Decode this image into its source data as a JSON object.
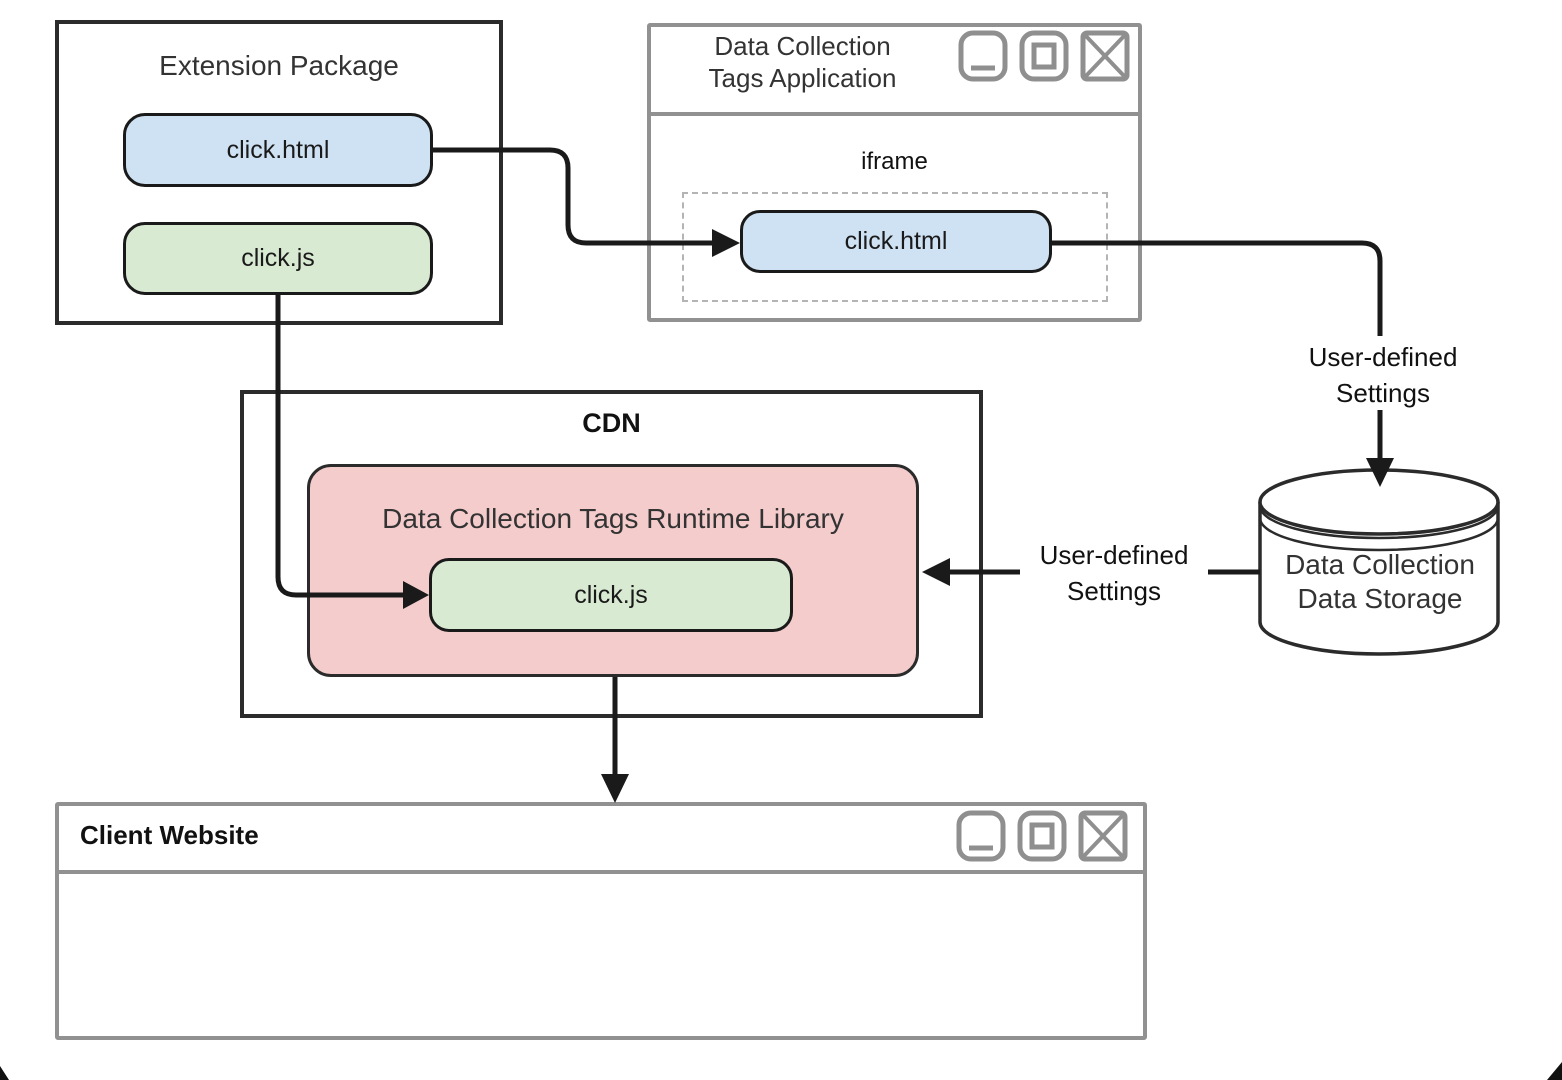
{
  "colors": {
    "node_blue": "#cfe2f3",
    "node_green": "#d9ead3",
    "node_pink": "#f4cccc",
    "outline_dark": "#1a1a1a",
    "window_chrome_gray": "#919191",
    "text_dark": "#333333"
  },
  "extension_package": {
    "title": "Extension Package",
    "click_html": "click.html",
    "click_js": "click.js"
  },
  "tags_application": {
    "title_line1": "Data Collection",
    "title_line2": "Tags Application",
    "iframe_label": "iframe",
    "click_html": "click.html"
  },
  "cdn": {
    "title": "CDN",
    "runtime_library": {
      "title": "Data Collection Tags Runtime Library",
      "click_js": "click.js"
    }
  },
  "data_storage": {
    "title_line1": "Data Collection",
    "title_line2": "Data Storage"
  },
  "client_website": {
    "title": "Client Website"
  },
  "annotations": {
    "user_defined_settings_line1": "User-defined",
    "user_defined_settings_line2": "Settings"
  }
}
